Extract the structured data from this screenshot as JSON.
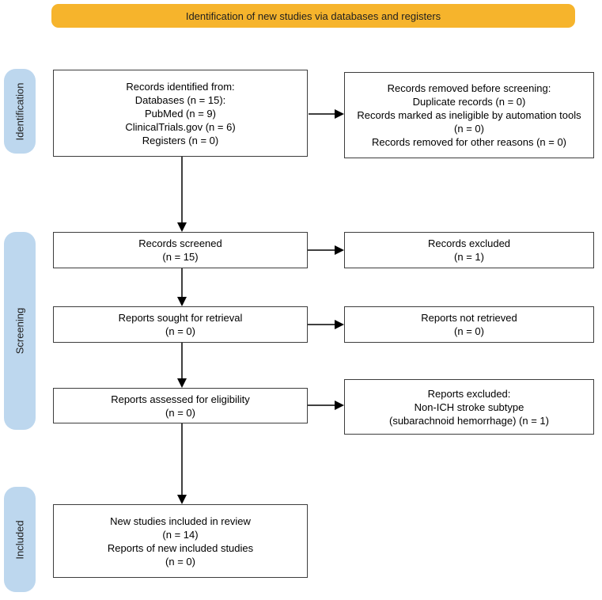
{
  "banner": {
    "label": "Identification of new studies via databases and registers"
  },
  "stages": [
    {
      "label": "Identification"
    },
    {
      "label": "Screening"
    },
    {
      "label": "Included"
    }
  ],
  "colors": {
    "banner_bg": "#F6B42C",
    "stage_pill_bg": "#BDD7EE",
    "box_border": "#3d3d3d",
    "arrow": "#000000"
  },
  "boxes": {
    "records_identified": {
      "lines": [
        "Records identified from:",
        "Databases (n = 15):",
        "PubMed (n = 9)",
        "ClinicalTrials.gov (n = 6)",
        "Registers (n = 0)"
      ]
    },
    "records_removed": {
      "lines": [
        "Records removed before screening:",
        "Duplicate records (n = 0)",
        "Records marked as ineligible by automation tools (n = 0)",
        "Records removed for other reasons (n = 0)"
      ]
    },
    "records_screened": {
      "lines": [
        "Records screened",
        "(n = 15)"
      ]
    },
    "records_excluded": {
      "lines": [
        "Records excluded",
        "(n = 1)"
      ]
    },
    "reports_sought": {
      "lines": [
        "Reports sought for retrieval",
        "(n = 0)"
      ]
    },
    "reports_not_retrieved": {
      "lines": [
        "Reports not retrieved",
        "(n = 0)"
      ]
    },
    "reports_assessed": {
      "lines": [
        "Reports assessed for eligibility",
        "(n = 0)"
      ]
    },
    "reports_excluded": {
      "lines": [
        "Reports excluded:",
        "Non-ICH stroke subtype",
        "(subarachnoid hemorrhage) (n = 1)"
      ]
    },
    "new_studies_included": {
      "lines": [
        "New studies included in review",
        "(n = 14)",
        "Reports of new included studies",
        "(n = 0)"
      ]
    }
  }
}
